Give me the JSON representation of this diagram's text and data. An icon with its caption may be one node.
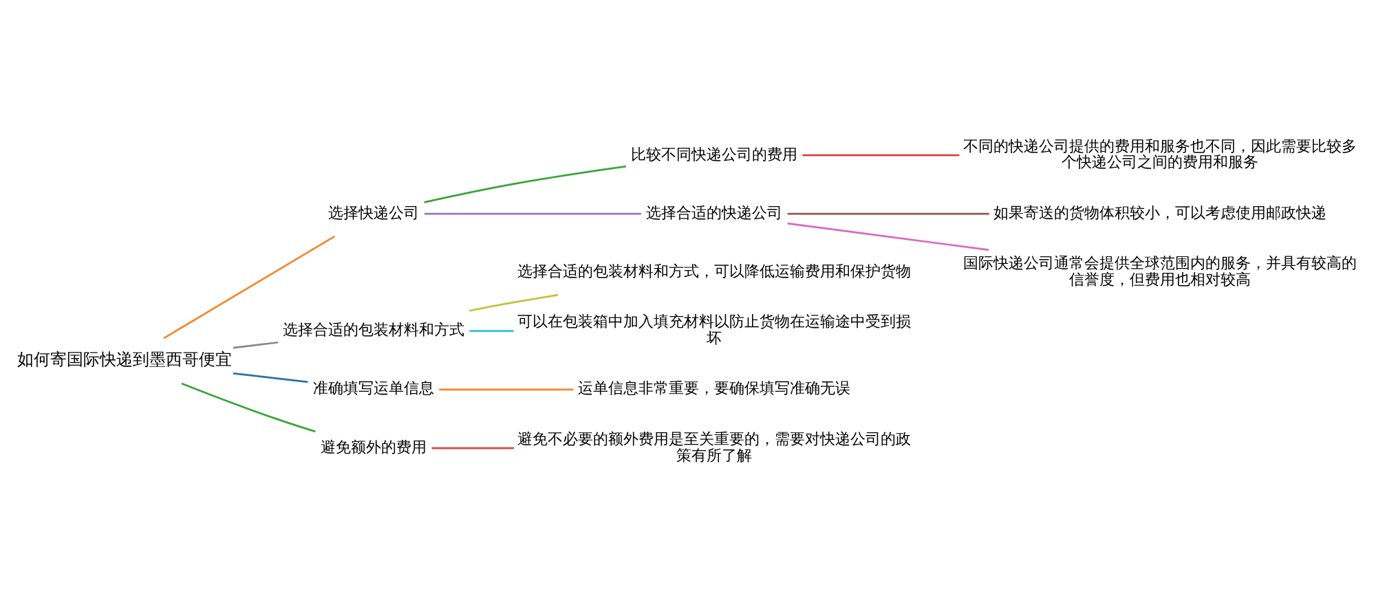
{
  "diagram": {
    "nodes": [
      {
        "text": [
          "如何寄国际快递到墨西哥便宜"
        ]
      },
      {
        "text": [
          "选择快递公司"
        ]
      },
      {
        "text": [
          "比较不同快递公司的费用"
        ]
      },
      {
        "text": [
          "不同的快递公司提供的费用和服务也不同，因此需要比较多个快递公司之间的费用和服务"
        ]
      },
      {
        "text": [
          "选择合适的快递公司"
        ]
      },
      {
        "text": [
          "如果寄送的货物体积较小，可以考虑使用邮政快递"
        ]
      },
      {
        "text": [
          "国际快递公司通常会提供全球范围内的服务，并具有较高的信誉度，但费用也相对较高"
        ]
      },
      {
        "text": [
          "选择合适的包装材料和方式"
        ]
      },
      {
        "text": [
          "选择合适的包装材料和方式，可以降低运输费用和保护货物"
        ]
      },
      {
        "text": [
          "可以在包装箱中加入填充材料以防止货物在运输途中受到损坏"
        ]
      },
      {
        "text": [
          "准确填写运单信息"
        ]
      },
      {
        "text": [
          "运单信息非常重要，要确保填写准确无误"
        ]
      },
      {
        "text": [
          "避免额外的费用"
        ]
      },
      {
        "text": [
          "避免不必要的额外费用是至关重要的，需要对快递公司的政策有所了解"
        ]
      }
    ],
    "edges": [
      {
        "from": 0,
        "to": 1,
        "arrow": "none",
        "color": "#f5862a"
      },
      {
        "from": 1,
        "to": 2,
        "arrow": "none",
        "color": "#3aa53a"
      },
      {
        "from": 2,
        "to": 3,
        "arrow": "none",
        "color": "#d94343"
      },
      {
        "from": 1,
        "to": 4,
        "arrow": "none",
        "color": "#9a6fd0"
      },
      {
        "from": 4,
        "to": 5,
        "arrow": "none",
        "color": "#8f5a4a"
      },
      {
        "from": 4,
        "to": 6,
        "arrow": "none",
        "color": "#e065c0"
      },
      {
        "from": 0,
        "to": 7,
        "arrow": "none",
        "color": "#888888"
      },
      {
        "from": 7,
        "to": 8,
        "arrow": "none",
        "color": "#c3c23a"
      },
      {
        "from": 7,
        "to": 9,
        "arrow": "none",
        "color": "#2ec3d6"
      },
      {
        "from": 0,
        "to": 10,
        "arrow": "none",
        "color": "#2a6fb8"
      },
      {
        "from": 10,
        "to": 11,
        "arrow": "none",
        "color": "#f5862a"
      },
      {
        "from": 0,
        "to": 12,
        "arrow": "none",
        "color": "#3aa53a"
      },
      {
        "from": 12,
        "to": 13,
        "arrow": "none",
        "color": "#d94343"
      }
    ]
  }
}
